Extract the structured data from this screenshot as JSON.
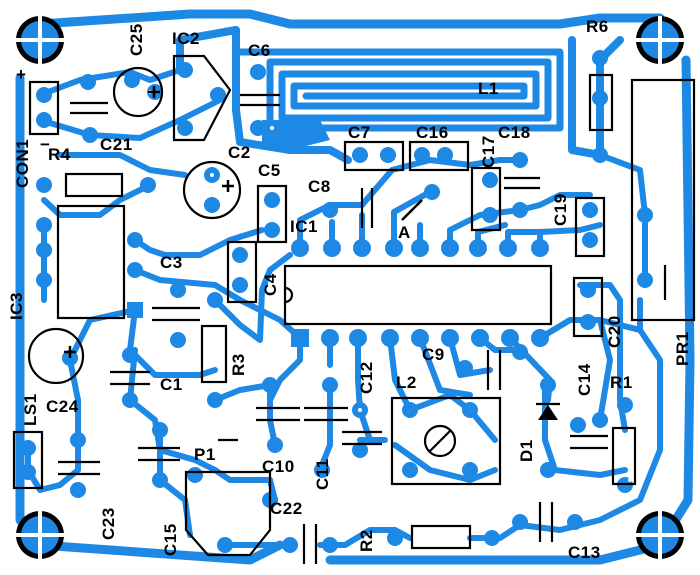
{
  "colors": {
    "copper": "#1e88e5",
    "silkscreen": "#000000",
    "background": "#ffffff",
    "pad_hole": "#ffffff"
  },
  "labels": {
    "c25": "C25",
    "ic2": "IC2",
    "c6": "C6",
    "r6": "R6",
    "l1": "L1",
    "c21": "C21",
    "con1": "CON1",
    "r4": "R4",
    "c2": "C2",
    "c5": "C5",
    "c7": "C7",
    "c16": "C16",
    "c17": "C17",
    "c18": "C18",
    "c8": "C8",
    "c19": "C19",
    "a": "A",
    "ic1": "IC1",
    "c3": "C3",
    "c4": "C4",
    "ic3": "IC3",
    "r3": "R3",
    "c1": "C1",
    "c12": "C12",
    "c9": "C9",
    "l2": "L2",
    "c14": "C14",
    "r1": "R1",
    "c20": "C20",
    "pr1": "PR1",
    "c24": "C24",
    "ls1": "LS1",
    "p1": "P1",
    "c10": "C10",
    "c11": "C11",
    "d1": "D1",
    "c23": "C23",
    "c22": "C22",
    "c15": "C15",
    "r2": "R2",
    "c13": "C13",
    "plus_con1": "+",
    "minus_con1": "−"
  }
}
